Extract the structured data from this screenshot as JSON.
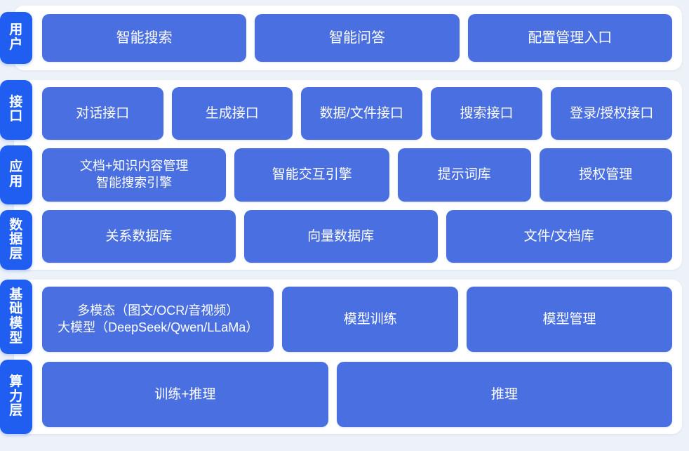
{
  "theme": {
    "page_background": "#edf2f9",
    "panel_background": "#ffffff",
    "tab_color": "#1f5ef0",
    "box_color": "#4a6fe0",
    "text_color": "#ffffff"
  },
  "groups": [
    {
      "id": "user-group",
      "tabs": [
        {
          "id": "user",
          "label": "用户"
        }
      ],
      "rows": [
        {
          "id": "user-row",
          "boxes": [
            {
              "id": "intelligent-search",
              "label": "智能搜索",
              "flex": 1
            },
            {
              "id": "intelligent-qa",
              "label": "智能问答",
              "flex": 1
            },
            {
              "id": "config-management-entry",
              "label": "配置管理入口",
              "flex": 1
            }
          ]
        }
      ]
    },
    {
      "id": "platform-group",
      "tabs": [
        {
          "id": "interface",
          "label": "接口"
        },
        {
          "id": "application",
          "label": "应用"
        },
        {
          "id": "data-layer",
          "label": "数据层"
        }
      ],
      "rows": [
        {
          "id": "interface-row",
          "boxes": [
            {
              "id": "dialog-api",
              "label": "对话接口",
              "flex": 1
            },
            {
              "id": "generation-api",
              "label": "生成接口",
              "flex": 1
            },
            {
              "id": "data-file-api",
              "label": "数据/文件接口",
              "flex": 1
            },
            {
              "id": "search-api",
              "label": "搜索接口",
              "flex": 0.92
            },
            {
              "id": "login-auth-api",
              "label": "登录/授权接口",
              "flex": 1
            }
          ]
        },
        {
          "id": "application-row",
          "boxes": [
            {
              "id": "doc-knowledge-management",
              "label": "文档+知识内容管理\n智能搜索引擎",
              "flex": 1.42
            },
            {
              "id": "interaction-engine",
              "label": "智能交互引擎",
              "flex": 1.18
            },
            {
              "id": "prompt-library",
              "label": "提示词库",
              "flex": 1
            },
            {
              "id": "authorization-management",
              "label": "授权管理",
              "flex": 1
            }
          ]
        },
        {
          "id": "data-row",
          "boxes": [
            {
              "id": "relational-database",
              "label": "关系数据库",
              "flex": 1
            },
            {
              "id": "vector-database",
              "label": "向量数据库",
              "flex": 1
            },
            {
              "id": "file-document-store",
              "label": "文件/文档库",
              "flex": 1.18
            }
          ]
        }
      ]
    },
    {
      "id": "infrastructure-group",
      "tabs": [
        {
          "id": "foundation-model",
          "label": "基础模型"
        },
        {
          "id": "compute-layer",
          "label": "算力层"
        }
      ],
      "rows": [
        {
          "id": "model-row",
          "boxes": [
            {
              "id": "multimodal-large-model",
              "label": "多模态（图文/OCR/音视频）\n大模型（DeepSeek/Qwen/LLaMa）",
              "flex": 1.34
            },
            {
              "id": "model-training",
              "label": "模型训练",
              "flex": 1
            },
            {
              "id": "model-management",
              "label": "模型管理",
              "flex": 1.18
            }
          ]
        },
        {
          "id": "compute-row",
          "boxes": [
            {
              "id": "training-inference",
              "label": "训练+推理",
              "flex": 1
            },
            {
              "id": "inference",
              "label": "推理",
              "flex": 1.18
            }
          ]
        }
      ]
    }
  ]
}
